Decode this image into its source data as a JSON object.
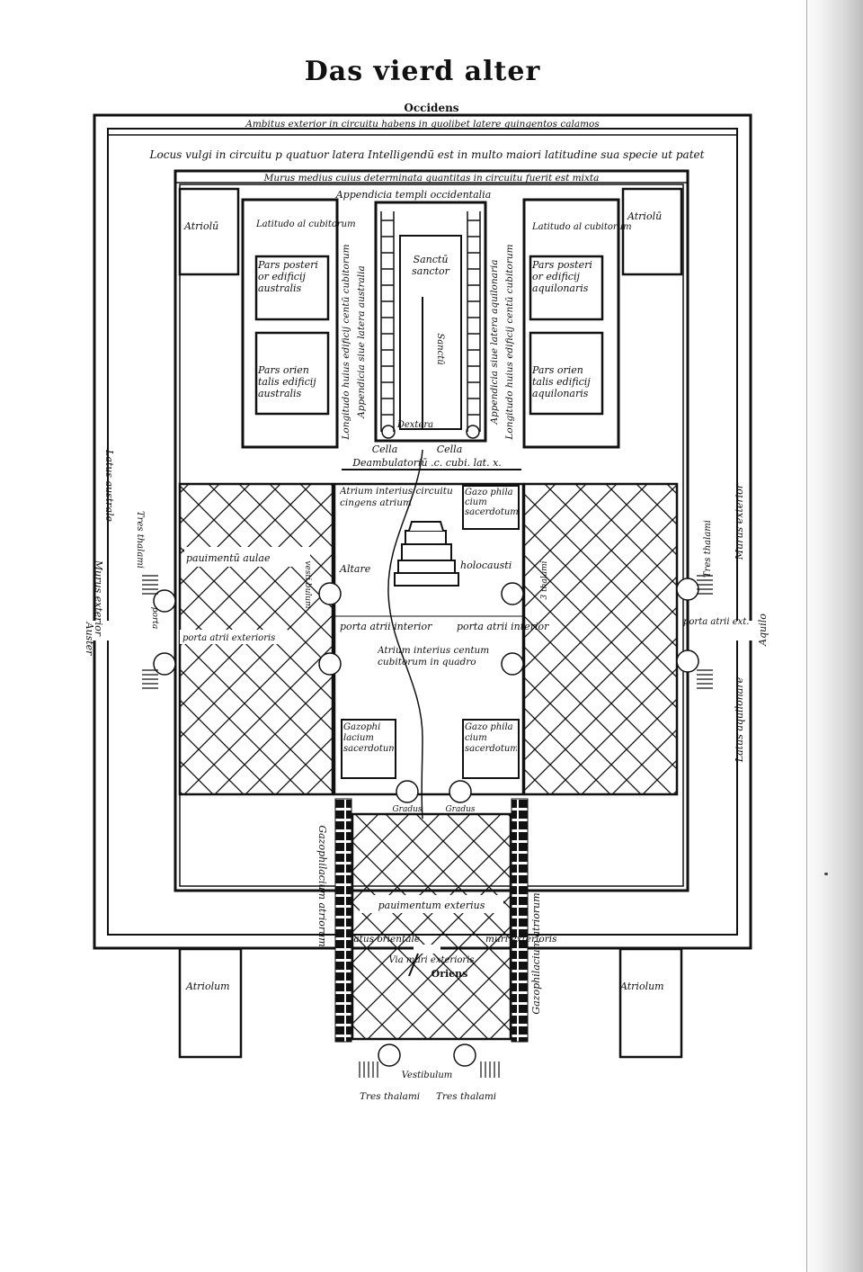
{
  "title": "Das vierd alter",
  "labels": {
    "occidens": "Occidens",
    "ambitus_top": "Ambitus exterior in circuitu habens in quolibet latere quingentos calamos",
    "locus_vulgi": "Locus vulgi in circuitu p quatuor latera  Intelligendū est in multo maiori latitudine sua specie ut patet",
    "murus_medius": "Murus medius cuius determinata quantitas in circuitu fuerit est mixta",
    "appendicia_occ": "Appendicia templi occidentalia",
    "atriolum_nw": "Atriolū",
    "atriolum_ne": "Atriolū",
    "latitudo_left": "Latitudo al cubitorum",
    "latitudo_right": "Latitudo al cubitorum",
    "pars_post_aust": "Pars posteri or edificij australis",
    "pars_post_aquil": "Pars posteri or edificij aquilonaris",
    "pars_or_aust": "Pars orien talis edificij australis",
    "pars_or_aquil": "Pars orien talis edificij aquilonaris",
    "sanctum": "Sanctū sanctor",
    "sanctum2": "Sanctū",
    "dextera": "Dextera",
    "longitudo_left": "Longitudo huius edificij centū cubitorum",
    "appendicia_left": "Appendicia siue latera australia",
    "appendicia_right": "Appendicia siue latera aquilonaria",
    "longitudo_right": "Longitudo huius edificij centū cubitorum",
    "cella_left": "Cella",
    "cella_right": "Cella",
    "deambulatorium": "Deambulatoriū .c. cubi. lat. x.",
    "atrium_interius": "Atrium interius circuitu cingens atrium",
    "gazophilacium_top": "Gazo phila cium sacerdotum",
    "pavimentum_left": "pauimentū aulae",
    "altare": "Altare",
    "holocausti": "holocausti",
    "porta_atrii_interior_l": "porta atrii interior",
    "porta_atrii_interior_r": "porta atrii interior",
    "porta_atrii_exterioris": "porta atrii exterioris",
    "porta_atrii_ext_r": "porta atrii ext.",
    "atrium_interius_centum": "Atrium interius centum cubitorum in quadro",
    "gazophilacium_l": "Gazophi lacium sacerdotum",
    "gazophilacium_r": "Gazo phila cium sacerdotum",
    "latus_australe": "Latus australe",
    "murus_exterior_left": "Murus exterior",
    "murus_exterior_right": "Murus exterior",
    "tres_thalami_left": "Tres thalami",
    "tres_thalami_right": "Tres thalami",
    "latus_aquilonare": "Latus aquilonare",
    "auster": "Auster",
    "aquilo": "Aquilo",
    "pavimentum_bottom": "pauimentum exterius",
    "gazophilacium_bottom_l": "Gazophilacium atriorum",
    "gazophilacium_bottom_r": "Gazophilacium atriorum",
    "atriolum_sw": "Atriolum",
    "atriolum_se": "Atriolum",
    "vestibulum": "Vestibulum",
    "tres_thalami_bl": "Tres thalami",
    "tres_thalami_br": "Tres thalami",
    "latus_orientale": "latus orientale",
    "muri_exterioris": "muri exterioris",
    "via_muri": "Via muri exterioris",
    "oriens": "Oriens",
    "gradus": "Gradus",
    "porta": "porta",
    "vestibulum_short": "vesti bulum",
    "tres_thal_short": "3 thalami"
  },
  "colors": {
    "ink": "#111111",
    "paper": "#ffffff"
  }
}
